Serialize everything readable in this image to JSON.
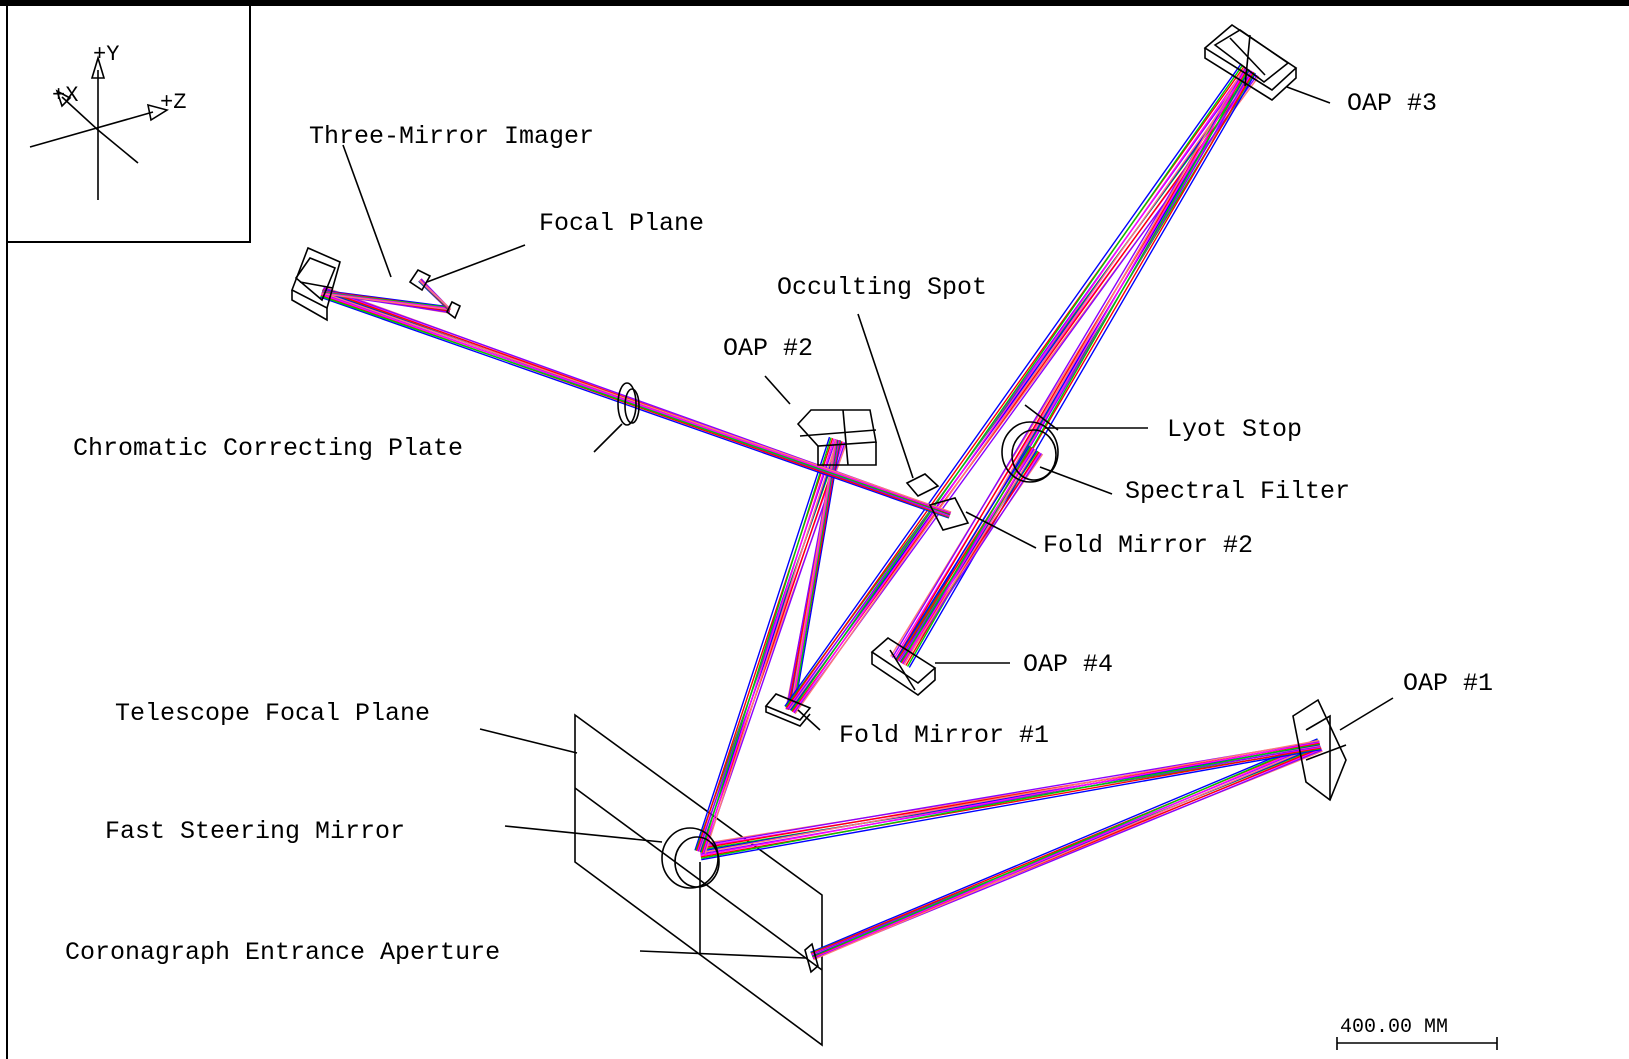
{
  "colors": {
    "rays": [
      "#0000ff",
      "#00cc00",
      "#ff0000",
      "#ff00ff",
      "#8a00ff",
      "#ff7878"
    ],
    "outline": "#000000",
    "background": "#ffffff"
  },
  "axes": {
    "y": "+Y",
    "x": "+X",
    "z": "+Z"
  },
  "scale_bar": {
    "text": "400.00  MM"
  },
  "components": {
    "oap3": "OAP #3",
    "three_mirror_imager": "Three-Mirror Imager",
    "focal_plane": "Focal Plane",
    "occulting_spot": "Occulting Spot",
    "oap2": "OAP #2",
    "lyot_stop": "Lyot Stop",
    "chromatic_plate": "Chromatic Correcting Plate",
    "spectral_filter": "Spectral Filter",
    "fold_mirror_2": "Fold Mirror #2",
    "oap4": "OAP #4",
    "oap1": "OAP #1",
    "telescope_focal_plane": "Telescope Focal Plane",
    "fold_mirror_1": "Fold Mirror #1",
    "fast_steering_mirror": "Fast Steering Mirror",
    "entrance_aperture": "Coronagraph Entrance Aperture"
  }
}
